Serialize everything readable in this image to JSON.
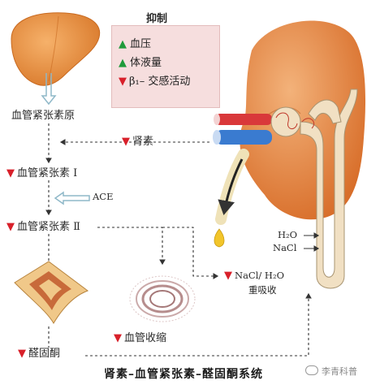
{
  "inhibition": {
    "title": "抑制",
    "items": [
      {
        "arrow": "up",
        "label": "血压"
      },
      {
        "arrow": "up",
        "label": "体液量"
      },
      {
        "arrow": "down",
        "label": "β₁– 交感活动"
      }
    ]
  },
  "labels": {
    "angiotensinogen": "血管紧张素原",
    "renin": "肾素",
    "angiotensin_1": "血管紧张素 Ⅰ",
    "ace": "ACE",
    "angiotensin_2": "血管紧张素 Ⅱ",
    "aldosterone": "醛固酮",
    "vasoconstriction": "血管收缩",
    "h2o": "H₂O",
    "nacl": "NaCl",
    "nacl_h2o": "NaCl/ H₂O",
    "reabsorption": "重吸收"
  },
  "caption": "肾素–血管紧张素–醛固酮系统",
  "watermark": "李青科普",
  "colors": {
    "liver": "#e8903a",
    "kidney": "#e6883e",
    "adrenal": "#f0c889",
    "inhibit_bg": "#f6dede",
    "arrow_red": "#d8202a",
    "arrow_green": "#1f9a3a"
  }
}
